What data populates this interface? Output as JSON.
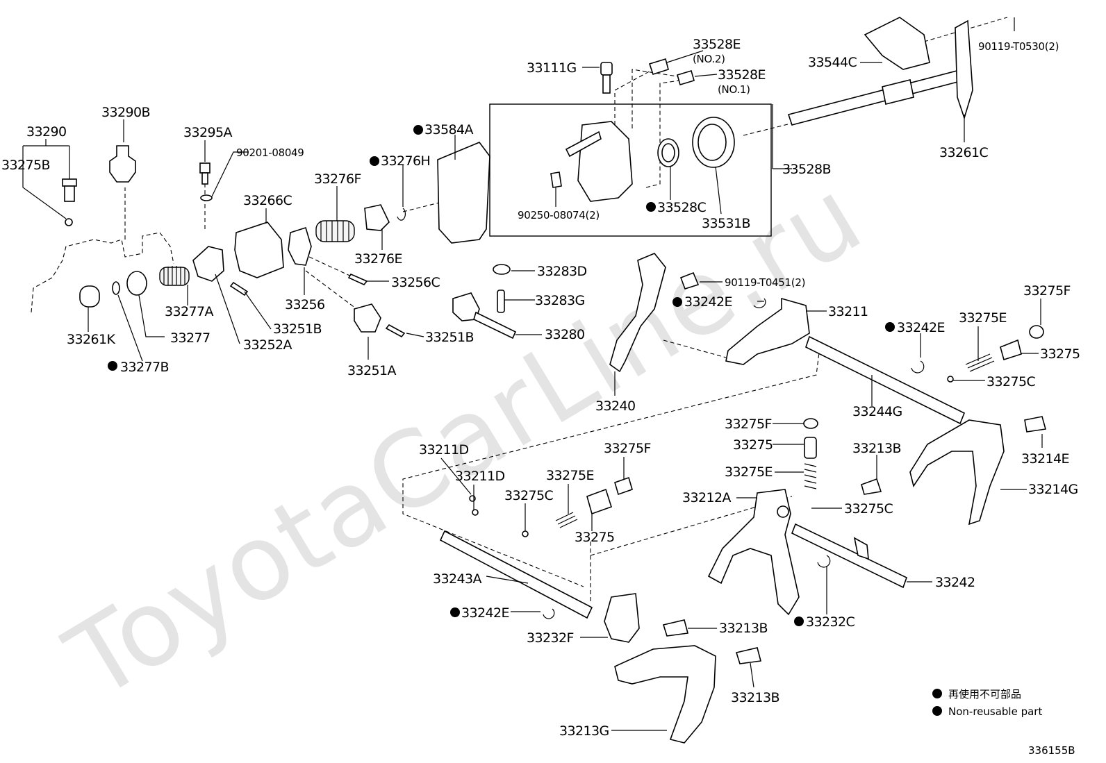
{
  "watermark": "ToyotaCarLine.ru",
  "diagram_code": "336155B",
  "legend": {
    "item1": "再使用不可部品",
    "item2": "Non-reusable part"
  },
  "labels": {
    "p33290": "33290",
    "p33275B": "33275B",
    "p33290B": "33290B",
    "p33295A": "33295A",
    "p90201": "90201-08049",
    "p33266C": "33266C",
    "p33276F": "33276F",
    "p33276H": "33276H",
    "p33584A": "33584A",
    "p33111G": "33111G",
    "p33528E2": "33528E",
    "no2": "(NO.2)",
    "p33528E1": "33528E",
    "no1": "(NO.1)",
    "p33544C": "33544C",
    "p90119_T0530": "90119-T0530(2)",
    "p33261C": "33261C",
    "p33528B": "33528B",
    "p90250": "90250-08074(2)",
    "p33528C": "33528C",
    "p33531B": "33531B",
    "p33276E": "33276E",
    "p33256C": "33256C",
    "p33283D": "33283D",
    "p33283G": "33283G",
    "p33280": "33280",
    "p90119_T0451": "90119-T0451(2)",
    "p33242E_a": "33242E",
    "p33211": "33211",
    "p33242E_b": "33242E",
    "p33275E_a": "33275E",
    "p33275F_a": "33275F",
    "p33275_a": "33275",
    "p33275C_a": "33275C",
    "p33244G": "33244G",
    "p33240": "33240",
    "p33277A": "33277A",
    "p33256": "33256",
    "p33251B_a": "33251B",
    "p33252A": "33252A",
    "p33251B_b": "33251B",
    "p33251A": "33251A",
    "p33261K": "33261K",
    "p33277": "33277",
    "p33277B": "33277B",
    "p33211D_a": "33211D",
    "p33211D_b": "33211D",
    "p33275E_b": "33275E",
    "p33275F_b": "33275F",
    "p33275C_b": "33275C",
    "p33275_b": "33275",
    "p33275F_c": "33275F",
    "p33275_c": "33275",
    "p33275E_c": "33275E",
    "p33213B_a": "33213B",
    "p33214E": "33214E",
    "p33214G": "33214G",
    "p33212A": "33212A",
    "p33275C_c": "33275C",
    "p33243A": "33243A",
    "p33242": "33242",
    "p33242E_c": "33242E",
    "p33232C": "33232C",
    "p33232F": "33232F",
    "p33213B_b": "33213B",
    "p33213B_c": "33213B",
    "p33213G": "33213G"
  }
}
